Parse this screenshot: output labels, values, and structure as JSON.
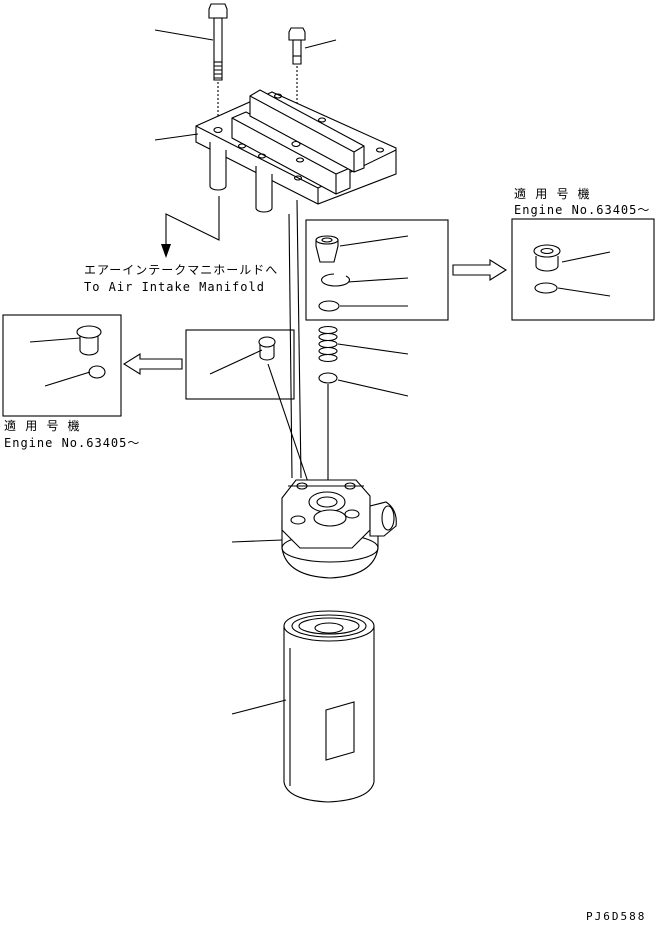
{
  "labels": {
    "route_jp": "エアーインテークマニホールドへ",
    "route_en": "To Air Intake Manifold",
    "applicable_jp_right": "適 用 号 機",
    "applicable_en_right": "Engine No.63405～",
    "applicable_jp_left": "適 用 号 機",
    "applicable_en_left": "Engine No.63405～",
    "drawing_id": "PJ6D588"
  }
}
